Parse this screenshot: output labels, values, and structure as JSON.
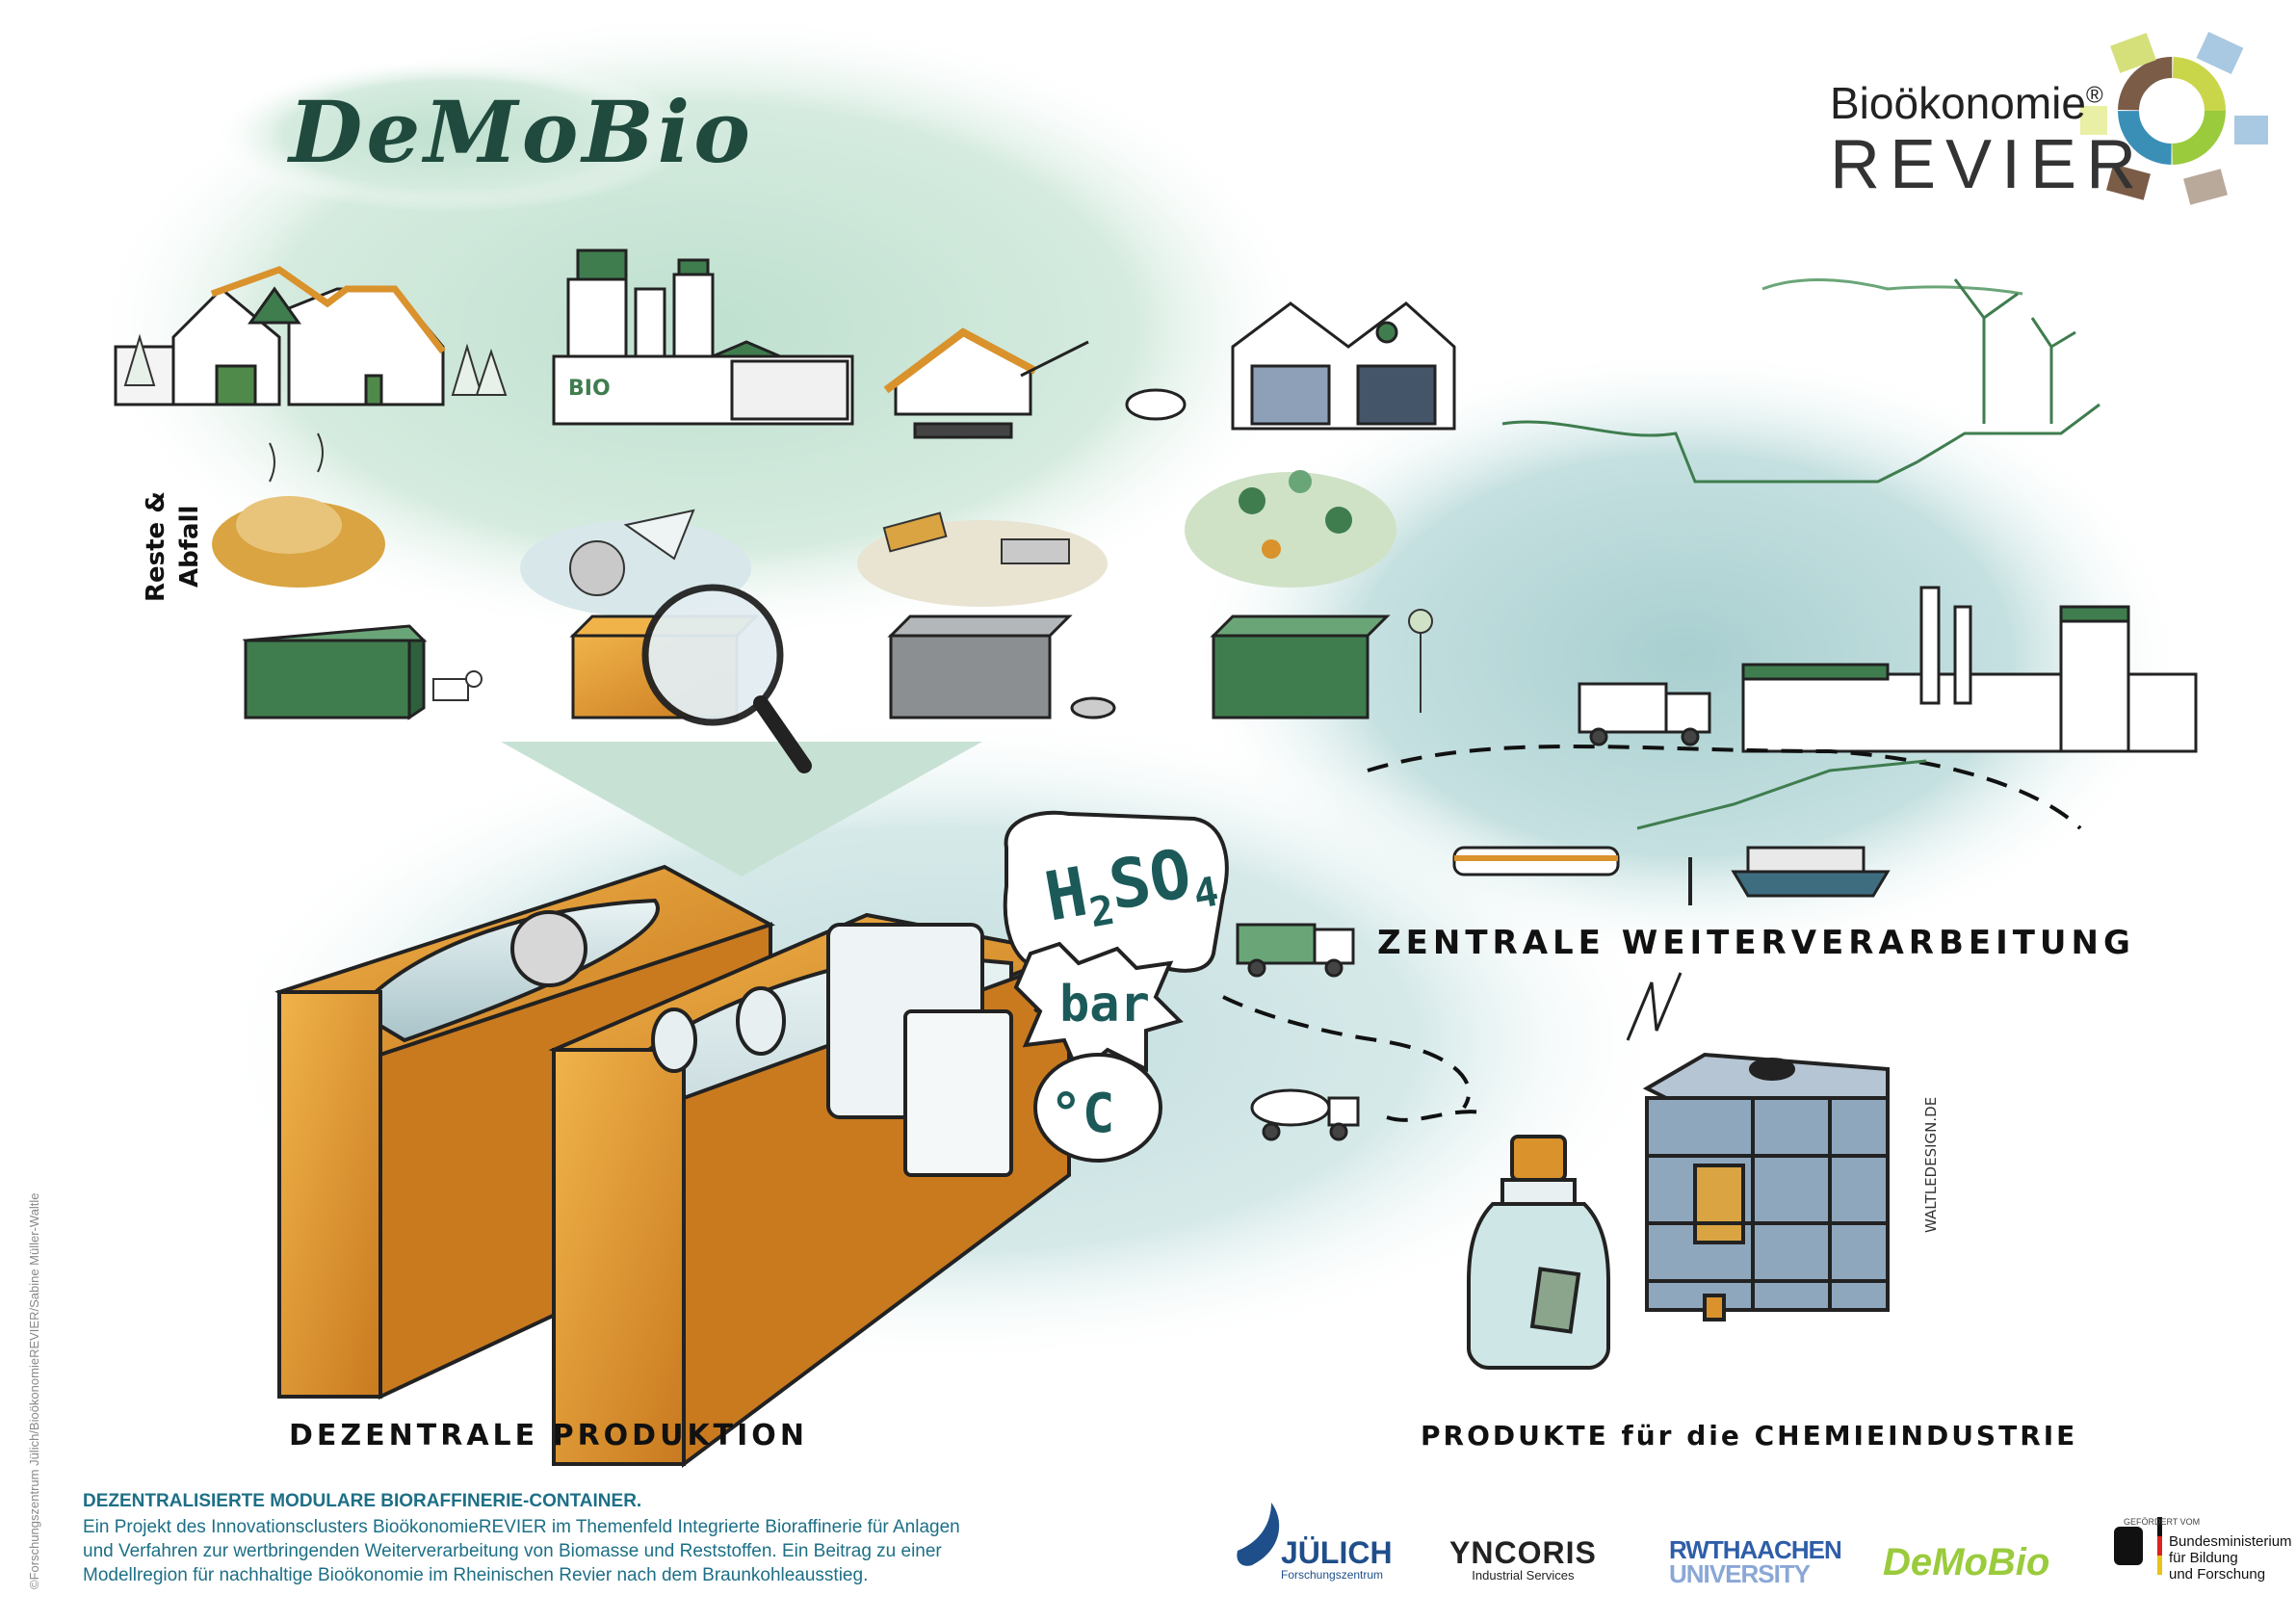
{
  "header": {
    "project_logo": "DeMoBio",
    "brand_top": "Bioökonomie",
    "brand_registered": "®",
    "brand_bottom": "REVIER"
  },
  "labels": {
    "reste_line1": "Reste &",
    "reste_line2": "Abfall",
    "chem_formula_main": "H",
    "chem_formula_sub1": "2",
    "chem_formula_mid": "SO",
    "chem_formula_sub2": "4",
    "bar": "bar",
    "celsius": "°C",
    "zentrale": "ZENTRALE WEITERVERARBEITUNG",
    "dezentrale": "DEZENTRALE PRODUKTION",
    "produkte": "PRODUKTE für die CHEMIEINDUSTRIE",
    "watermark": "WALTLEDESIGN.DE",
    "bio_sign": "BIO"
  },
  "credit": "©Forschungszentrum Jülich/BioökonomieREVIER/Sabine Müller-Waltle",
  "footer": {
    "title": "DEZENTRALISIERTE MODULARE BIORAFFINERIE-CONTAINER.",
    "line1": "Ein Projekt des Innovationsclusters BioökonomieREVIER im Themenfeld Integrierte Bioraffinerie für Anlagen",
    "line2": "und Verfahren zur wertbringenden Weiterverarbeitung von Biomasse und Reststoffen. Ein Beitrag zu einer",
    "line3": "Modellregion für nachhaltige Bioökonomie im Rheinischen Revier nach dem Braunkohleausstieg."
  },
  "partners": {
    "juelich_name": "JÜLICH",
    "juelich_sub": "Forschungszentrum",
    "yncoris_name": "YNCORIS",
    "yncoris_sub": "Industrial Services",
    "rwth_name": "RWTHAACHEN",
    "rwth_sub": "UNIVERSITY",
    "demobio_name": "DeMoBio",
    "bmbf_pre": "GEFÖRDERT VOM",
    "bmbf_l1": "Bundesministerium",
    "bmbf_l2": "für Bildung",
    "bmbf_l3": "und Forschung"
  },
  "colors": {
    "green_wash": "#cfe6d9",
    "teal_wash": "#b9d8d8",
    "container_orange": "#d98f2b",
    "container_green": "#3f7d4f",
    "container_grey": "#8c8f92",
    "footer_blue": "#1d6f86",
    "bio_green": "#9acb3c"
  }
}
